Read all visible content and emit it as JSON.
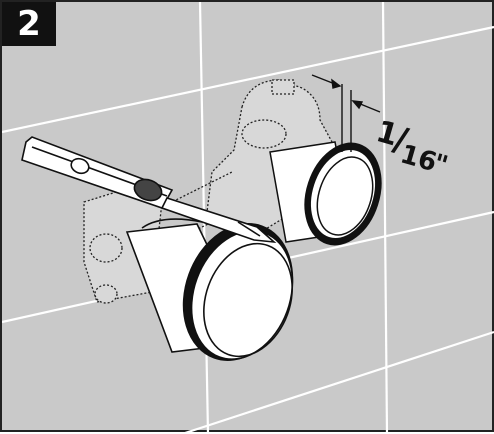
{
  "step": {
    "number": "2"
  },
  "measurement": {
    "numerator": "1",
    "slash": "/",
    "denominator": "16",
    "unit": "\""
  },
  "colors": {
    "wall": "#c9c9c9",
    "tile_grout": "#ffffff",
    "line": "#111111",
    "part_fill": "#ffffff"
  }
}
